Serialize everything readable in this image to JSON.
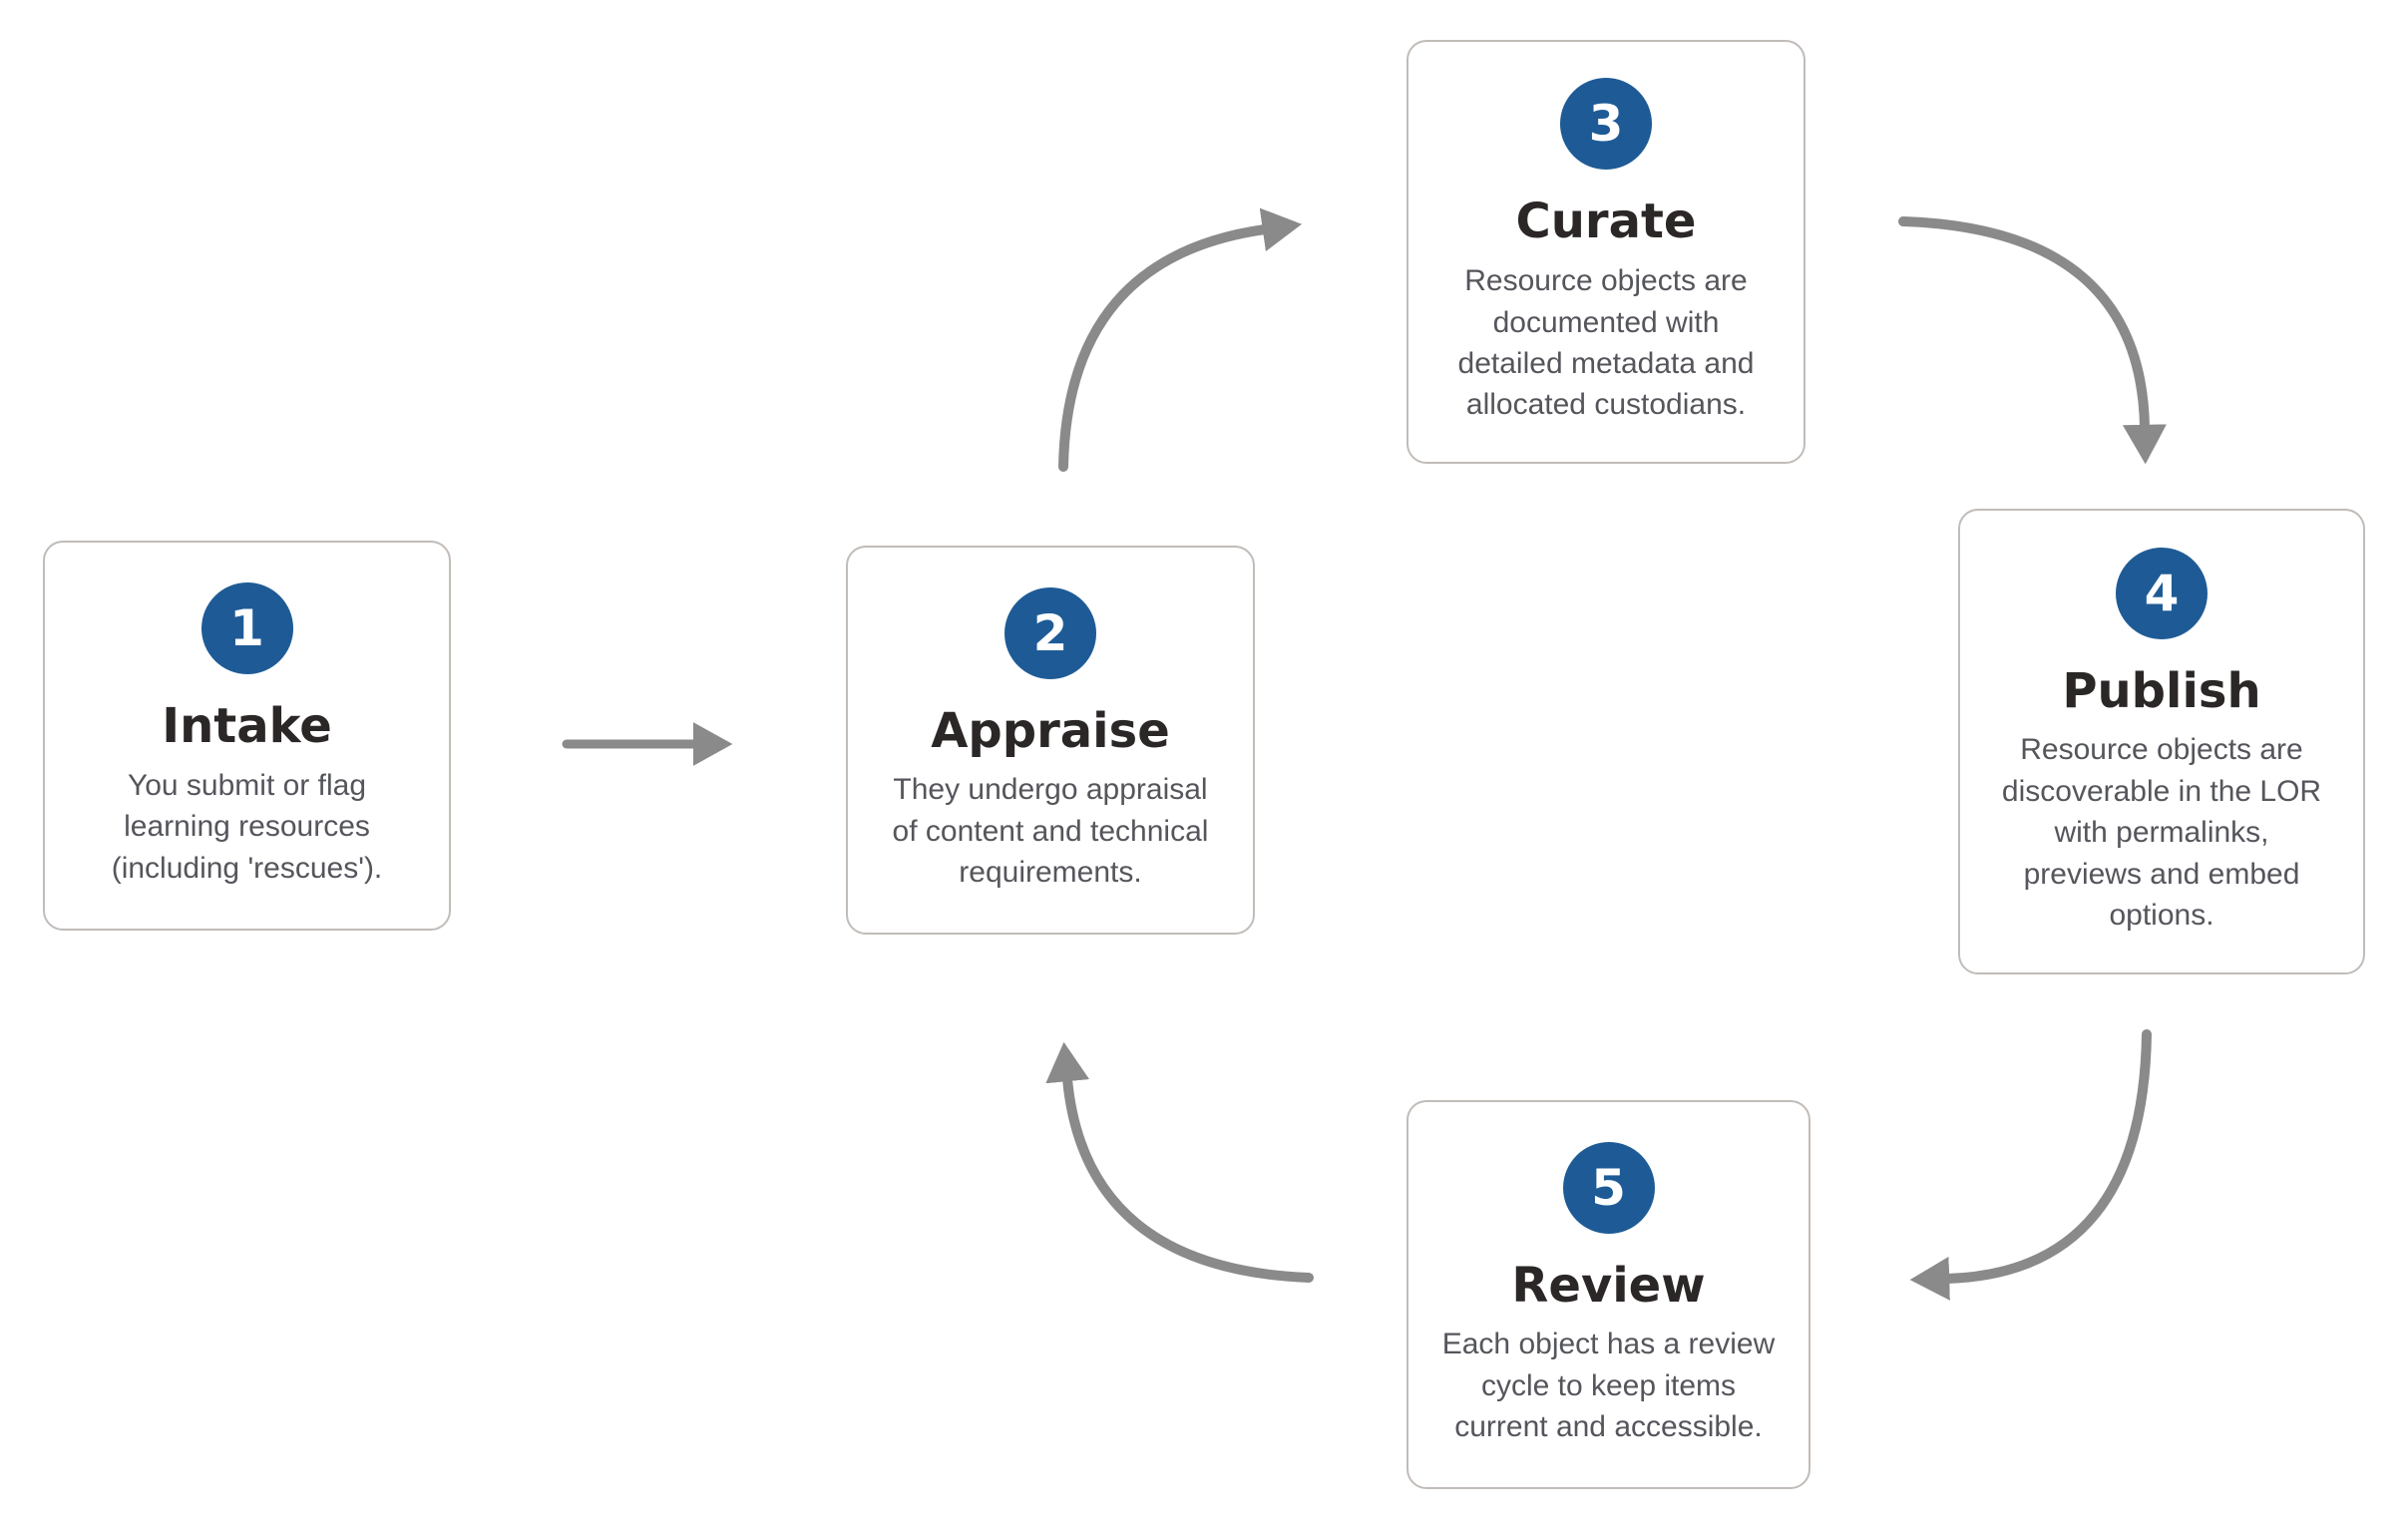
{
  "diagram": {
    "type": "flow-cycle",
    "background_color": "#ffffff",
    "accent_color": "#1e5b96",
    "arrow_color": "#8a8a8a",
    "card_border_color": "#c1bcb8",
    "title_color": "#2b2727",
    "body_color": "#55565c",
    "steps": [
      {
        "number": "1",
        "title": "Intake",
        "description": "You submit or flag\nlearning resources\n(including 'rescues')."
      },
      {
        "number": "2",
        "title": "Appraise",
        "description": "They undergo appraisal\nof content and technical\nrequirements."
      },
      {
        "number": "3",
        "title": "Curate",
        "description": "Resource objects are\ndocumented with\ndetailed metadata and\nallocated custodians."
      },
      {
        "number": "4",
        "title": "Publish",
        "description": "Resource objects are\ndiscoverable in the LOR\nwith permalinks,\npreviews and embed\noptions."
      },
      {
        "number": "5",
        "title": "Review",
        "description": "Each object has a review\ncycle to keep items\ncurrent and accessible."
      }
    ],
    "arrows": [
      {
        "name": "arrow-intake-to-appraise",
        "from": "Intake",
        "to": "Appraise",
        "style": "straight"
      },
      {
        "name": "arrow-appraise-to-curate",
        "from": "Appraise",
        "to": "Curate",
        "style": "curved"
      },
      {
        "name": "arrow-curate-to-publish",
        "from": "Curate",
        "to": "Publish",
        "style": "curved"
      },
      {
        "name": "arrow-publish-to-review",
        "from": "Publish",
        "to": "Review",
        "style": "curved"
      },
      {
        "name": "arrow-review-to-appraise",
        "from": "Review",
        "to": "Appraise",
        "style": "curved"
      }
    ]
  }
}
